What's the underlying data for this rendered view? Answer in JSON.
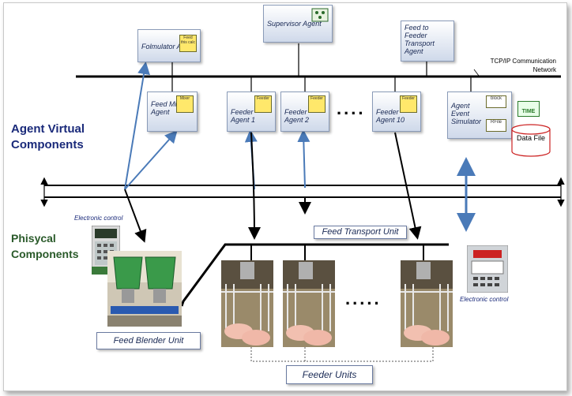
{
  "agents": {
    "supervisor": "Supervisor Agent",
    "folmulator": "Folmulator Agent",
    "feed_to_feeder": "Feed to Feeder Transport Agent",
    "feed_mixer": "Feed Mixer Agent",
    "feeder_1": "Feeder Agent 1",
    "feeder_2": "Feeder Agent 2",
    "feeder_10": "Feeder Agent 10",
    "event_simulator": "Agent Event Simulator"
  },
  "icons": {
    "folmulator_icon": "Feed this calc",
    "mixer_icon": "Mixer",
    "feeder_icon": "Feeder",
    "block_icon": "block",
    "rfile_icon": "RFile",
    "time_icon": "TIME"
  },
  "network_label": "TCP/IP Communication Network",
  "data_file": "Data File",
  "sections": {
    "virtual": "Agent Virtual Components",
    "physical": "Phisycal Components"
  },
  "units": {
    "feed_transport": "Feed Transport Unit",
    "feed_blender": "Feed Blender Unit",
    "feeder_units": "Feeder Units"
  },
  "electronic_control_left": "Electronic control",
  "electronic_control_right": "Electronic control",
  "ellipsis_top": "....",
  "ellipsis_bottom": ".....",
  "colors": {
    "arrow_blue": "#4a7ab8",
    "section_blue": "#1a2a7a",
    "section_green": "#2a5a2a"
  }
}
